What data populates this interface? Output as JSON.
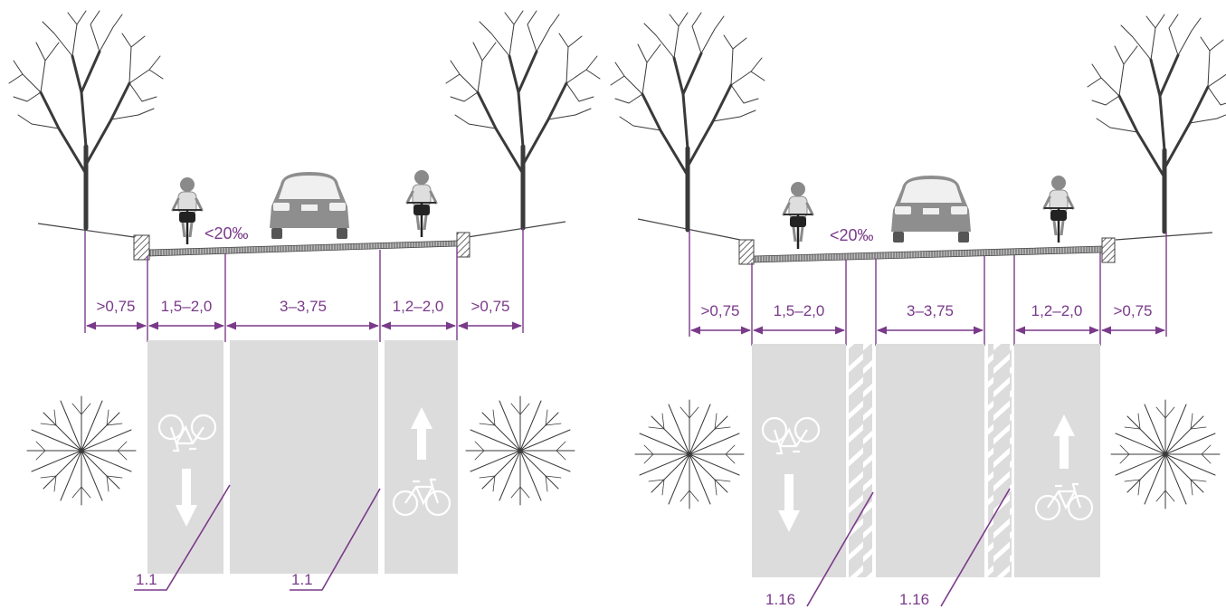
{
  "left_section": {
    "slope_label": "<20‰",
    "dimensions": [
      ">0,75",
      "1,5–2,0",
      "3–3,75",
      "1,2–2,0",
      ">0,75"
    ],
    "markings": [
      "1.1",
      "1.1"
    ]
  },
  "right_section": {
    "slope_label": "<20‰",
    "dimensions": [
      ">0,75",
      "1,5–2,0",
      "3–3,75",
      "1,2–2,0",
      ">0,75"
    ],
    "markings": [
      "1.16",
      "1.16"
    ]
  },
  "colors": {
    "accent": "#7a3a8a",
    "lane": "#dcdcdc",
    "ink": "#3a3a3a"
  },
  "icons": [
    "tree-elevation-icon",
    "tree-plan-icon",
    "cyclist-icon",
    "car-icon",
    "bicycle-icon",
    "arrow-up-icon",
    "arrow-down-icon"
  ]
}
